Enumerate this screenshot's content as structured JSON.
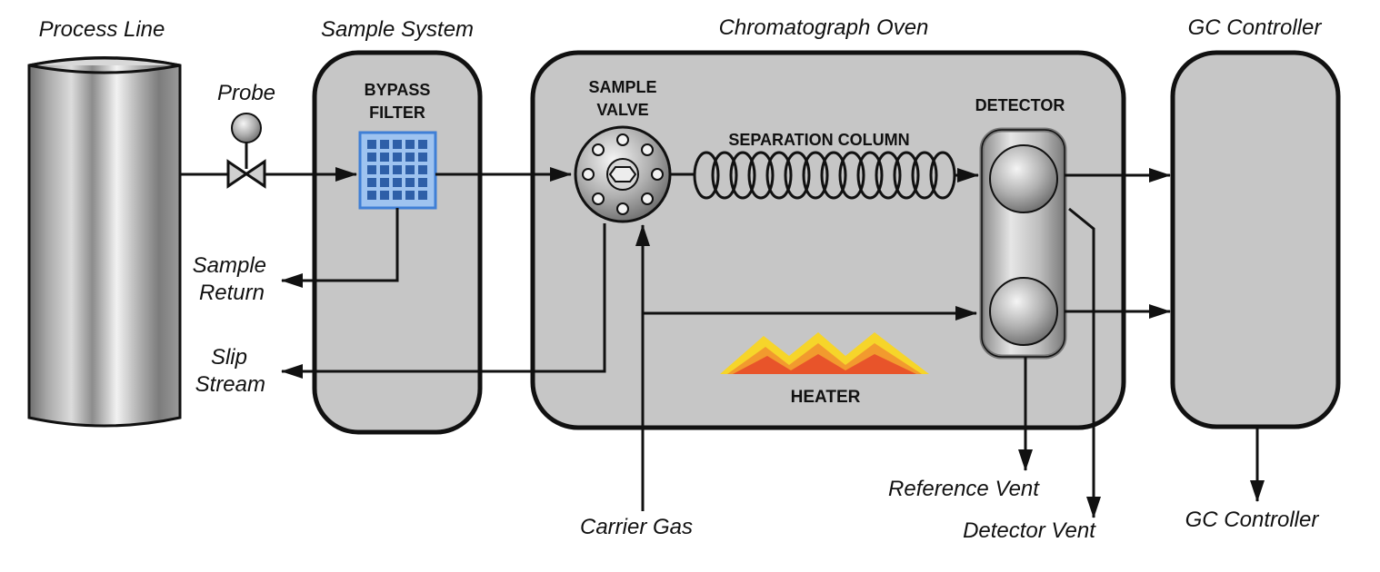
{
  "headers": {
    "process_line": "Process Line",
    "sample_system": "Sample System",
    "chromatograph_oven": "Chromatograph Oven",
    "gc_controller": "GC Controller"
  },
  "labels": {
    "probe": "Probe",
    "bypass_filter_line1": "BYPASS",
    "bypass_filter_line2": "FILTER",
    "sample_valve_line1": "SAMPLE",
    "sample_valve_line2": "VALVE",
    "separation_column": "SEPARATION COLUMN",
    "detector": "DETECTOR",
    "heater": "HEATER",
    "sample_return_line1": "Sample",
    "sample_return_line2": "Return",
    "slip_stream_line1": "Slip",
    "slip_stream_line2": "Stream",
    "carrier_gas": "Carrier Gas",
    "reference_vent": "Reference Vent",
    "detector_vent": "Detector Vent",
    "gc_controller_output": "GC Controller"
  },
  "colors": {
    "panel_fill": "#c6c6c6",
    "filter_blue": "#3f7fd6",
    "heater_orange": "#e8542a",
    "heater_yellow": "#f6d52a"
  }
}
